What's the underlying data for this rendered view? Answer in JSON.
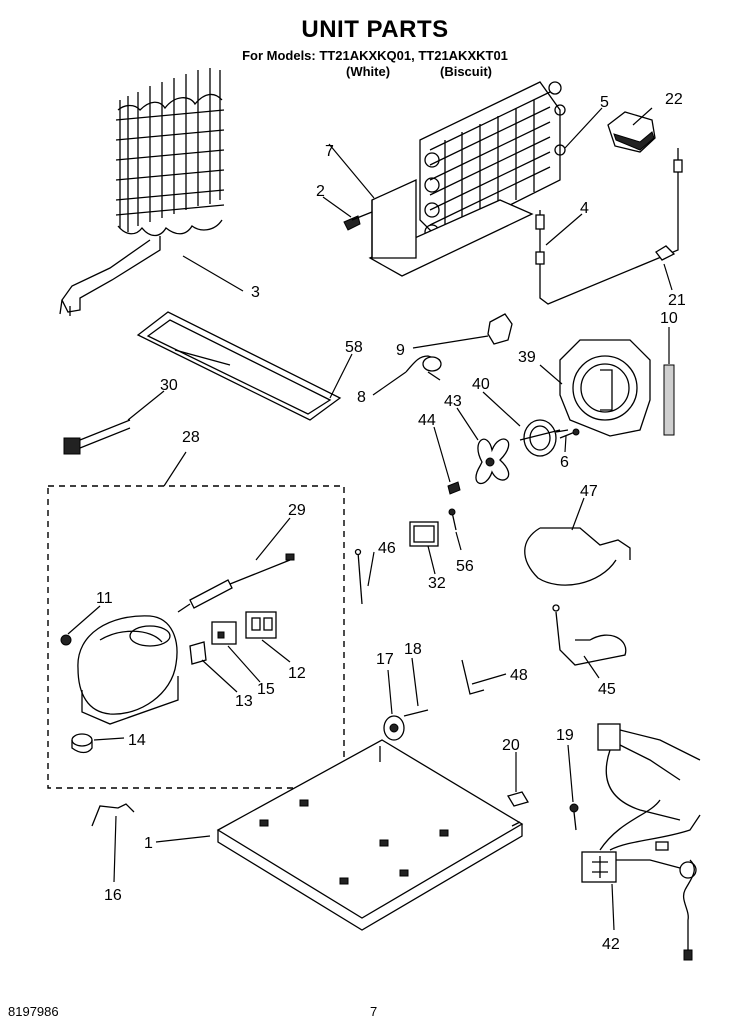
{
  "title": "UNIT PARTS",
  "models_line": "For Models: TT21AKXKQ01, TT21AKXKT01",
  "variants": [
    "(White)",
    "(Biscuit)"
  ],
  "footer": {
    "doc_number": "8197986",
    "page_number": "7"
  },
  "callouts": [
    "1",
    "2",
    "3",
    "4",
    "5",
    "6",
    "7",
    "8",
    "9",
    "10",
    "11",
    "12",
    "13",
    "14",
    "15",
    "16",
    "17",
    "18",
    "19",
    "20",
    "21",
    "22",
    "28",
    "29",
    "30",
    "32",
    "39",
    "40",
    "42",
    "43",
    "44",
    "45",
    "46",
    "47",
    "48",
    "56",
    "58"
  ]
}
